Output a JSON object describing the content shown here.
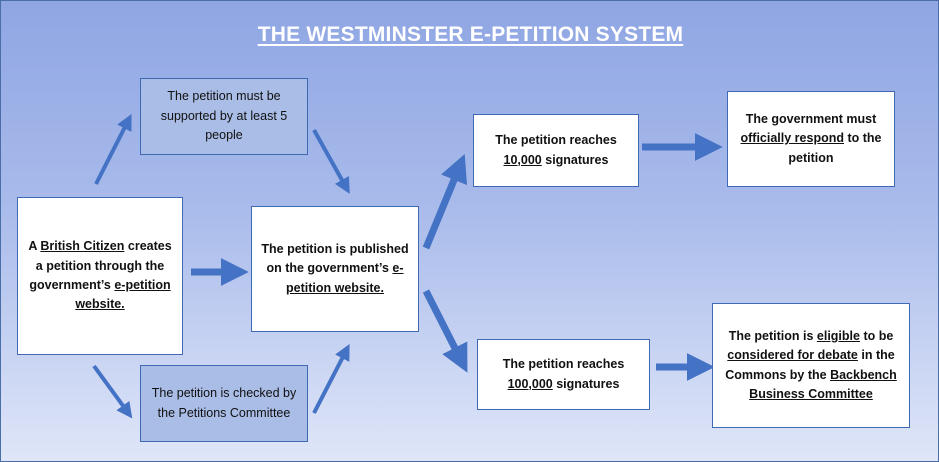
{
  "title": "THE WESTMINSTER E-PETITION SYSTEM",
  "colors": {
    "arrow": "#4472c4",
    "box_border": "#3f69b5",
    "shaded_box": "#a9bde6"
  },
  "boxes": {
    "citizen": {
      "t1": "A ",
      "t2": "British Citizen",
      "t3": " creates a petition through the government’s ",
      "t4": "e-petition website."
    },
    "supported": {
      "text": "The petition must be supported by at least 5 people"
    },
    "checked": {
      "text": "The petition is checked by the Petitions Committee"
    },
    "published": {
      "t1": "The petition is published on the government’s ",
      "t2": "e-petition website."
    },
    "reaches10k": {
      "t1": "The petition reaches ",
      "t2": "10,000",
      "t3": " signatures"
    },
    "reaches100k": {
      "t1": "The petition reaches ",
      "t2": "100,000",
      "t3": " signatures"
    },
    "respond": {
      "t1": "The government must ",
      "t2": "officially respond",
      "t3": " to the petition"
    },
    "debate": {
      "t1": "The petition is ",
      "t2": "eligible",
      "t3": " to be ",
      "t4": "considered for debate",
      "t5": " in the Commons by the ",
      "t6": "Backbench Business Committee"
    }
  }
}
